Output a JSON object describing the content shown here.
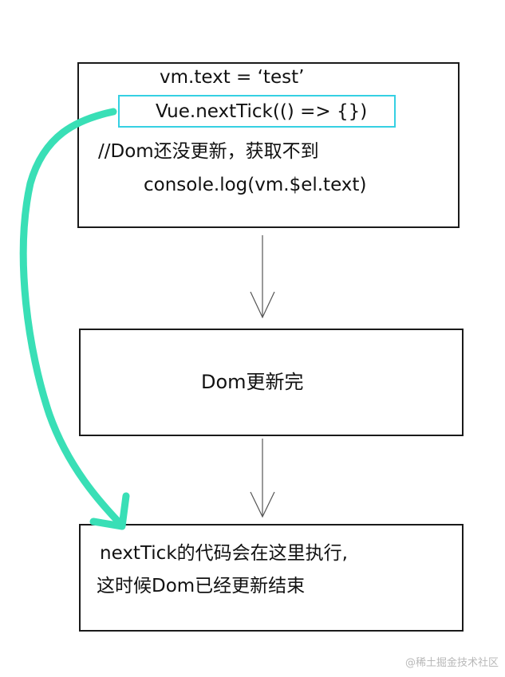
{
  "top_box": {
    "line_assign": "vm.text = ‘test’",
    "line_nexttick": "Vue.nextTick(() => {})",
    "line_comment": "//Dom还没更新，获取不到",
    "line_console": "console.log(vm.$el.text)"
  },
  "middle_box": {
    "label": "Dom更新完"
  },
  "bottom_box": {
    "line1": "nextTick的代码会在这里执行,",
    "line2": "这时候Dom已经更新结束"
  },
  "watermark": "@稀土掘金技术社区",
  "colors": {
    "highlight_border": "#35d0e3",
    "curved_arrow": "#39dfb6",
    "box_border": "#1a1a1a",
    "connector": "#555555"
  }
}
